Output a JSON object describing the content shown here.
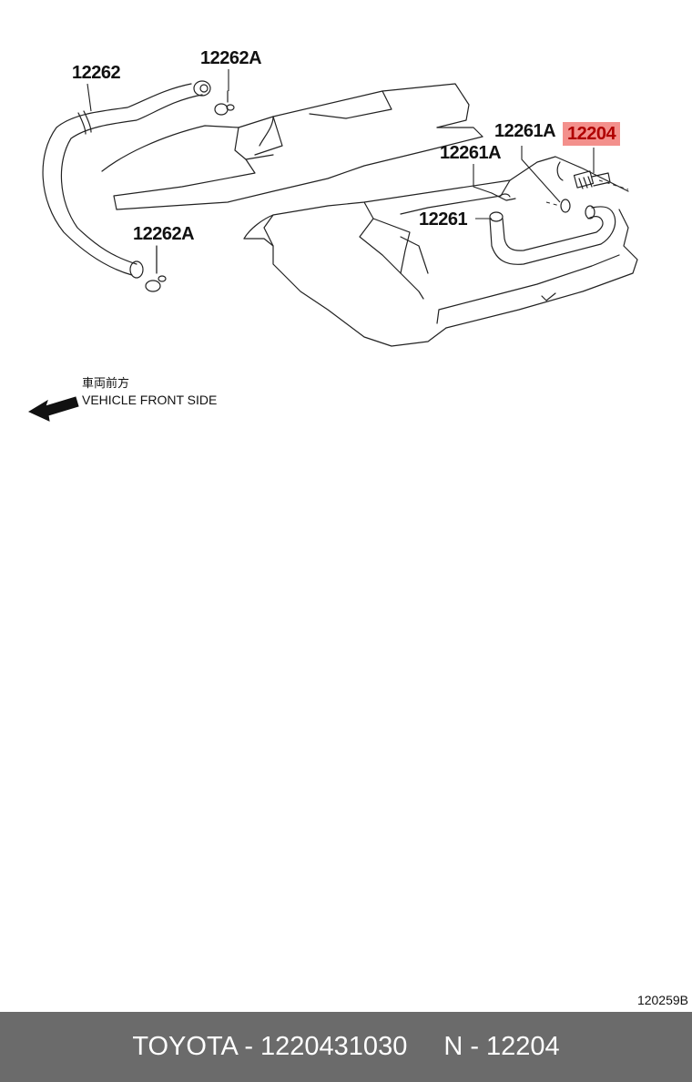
{
  "labels": {
    "hose_12262": "12262",
    "clamp_12262A_top": "12262A",
    "clamp_12262A_bottom": "12262A",
    "clamp_12261A_upper": "12261A",
    "clamp_12261A_lower": "12261A",
    "hose_12261": "12261",
    "valve_12204": "12204"
  },
  "direction": {
    "japanese": "車両前方",
    "english": "VEHICLE FRONT SIDE"
  },
  "diagram_id": "120259B",
  "footer": {
    "brand_part": "TOYOTA - 1220431030",
    "ref": "N - 12204"
  },
  "colors": {
    "highlight_bg": "#f3908c",
    "highlight_text": "#b00000",
    "footer_bg": "#6b6b6b"
  },
  "icons": [
    "front-direction-arrow-icon"
  ]
}
